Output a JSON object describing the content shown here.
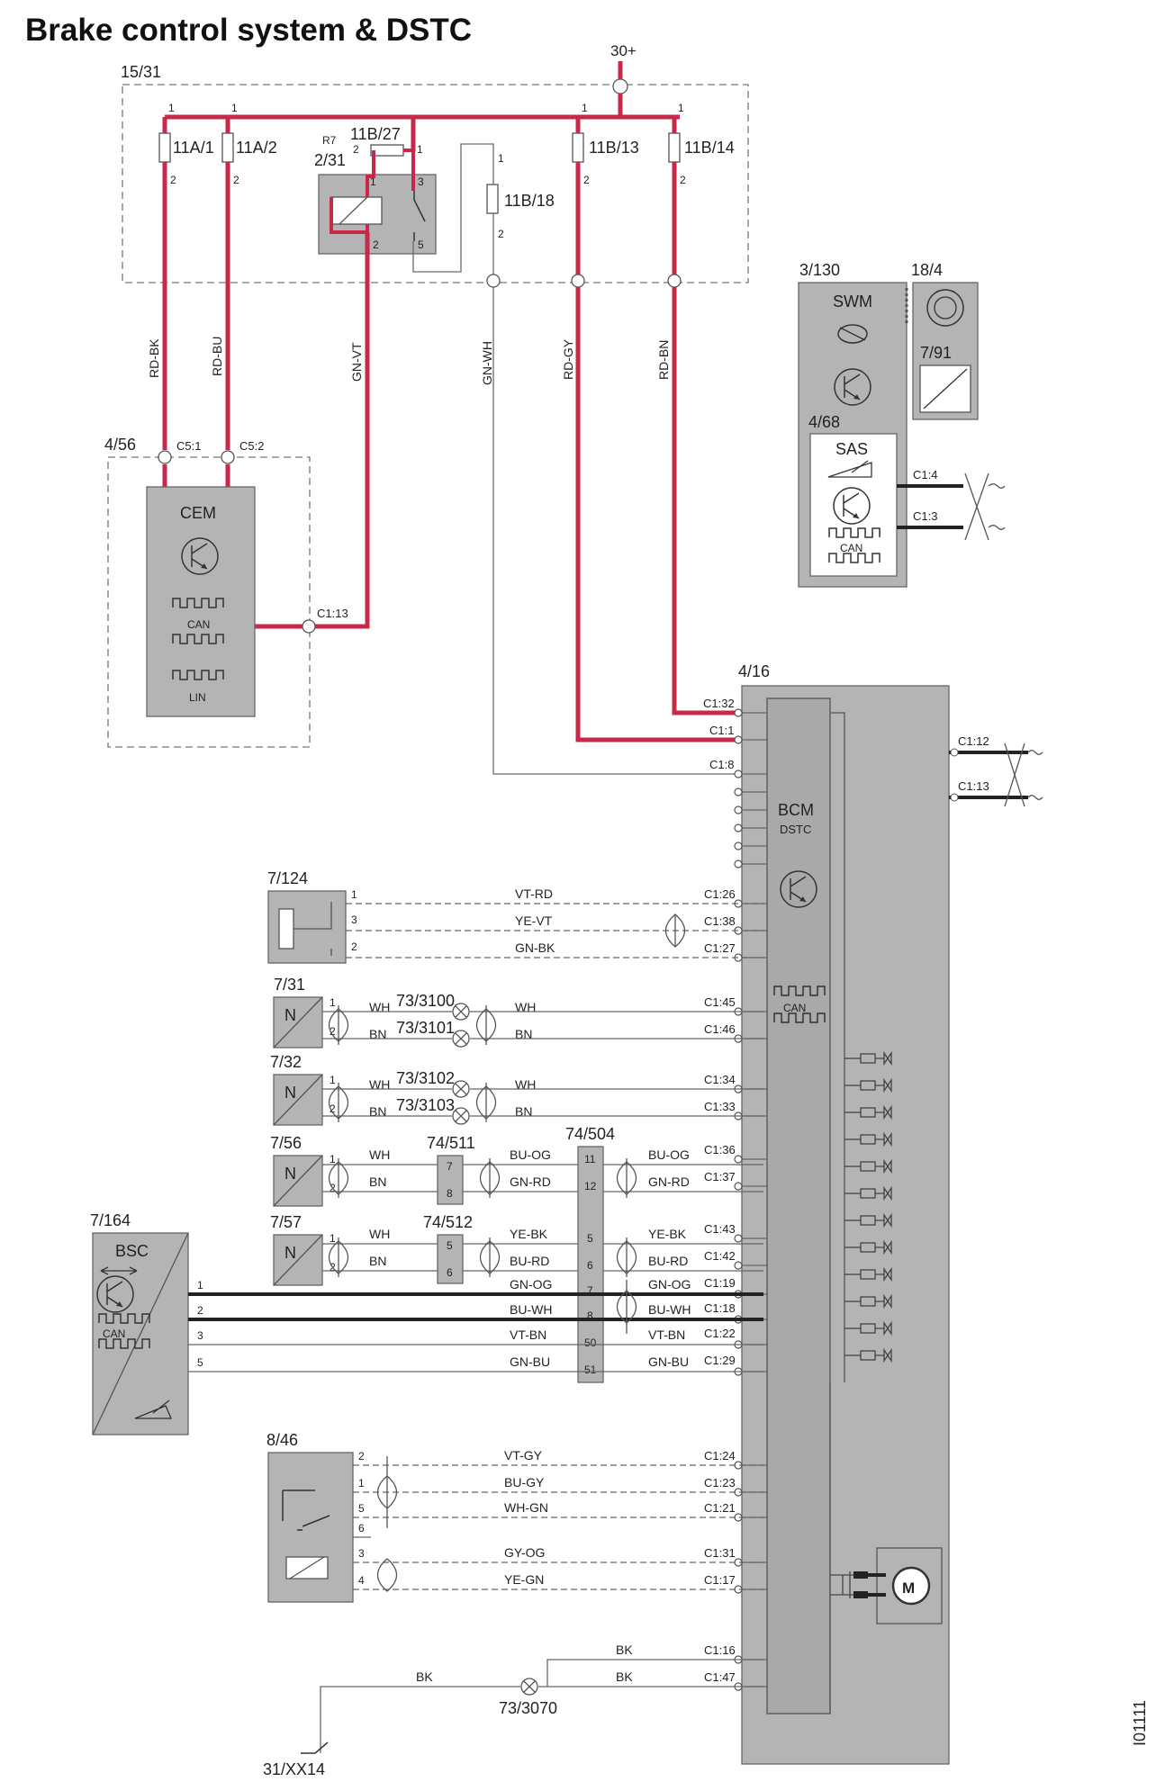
{
  "title": "Brake control system & DSTC",
  "image_code": "I01111",
  "colors": {
    "power": "#c8294a",
    "wire": "#6a6a6a",
    "box": "#a9a9a9",
    "module": "#b4b4b4"
  },
  "supply": "30+",
  "ground": "31/XX14",
  "splice_ground": "73/3070",
  "modules": {
    "fuse_box": "15/31",
    "relay_pos": "R7",
    "relay": "2/31",
    "cem_box": "4/56",
    "cem": "CEM",
    "cem_can": "CAN",
    "cem_lin": "LIN",
    "bcm_box": "4/16",
    "bcm": "BCM",
    "bcm_sub": "DSTC",
    "bcm_can": "CAN",
    "swm_box": "3/130",
    "swm": "SWM",
    "clock_spring": "18/4",
    "sensor_791": "7/91",
    "sas_box": "4/68",
    "sas": "SAS",
    "sas_can": "CAN",
    "bsc_box": "7/164",
    "bsc": "BSC",
    "bsc_can": "CAN",
    "pedal_sensor": "7/124",
    "ws_fl": "7/31",
    "ws_fr": "7/32",
    "ws_rl": "7/56",
    "ws_rr": "7/57",
    "conn_511": "74/511",
    "conn_512": "74/512",
    "conn_504": "74/504",
    "switch_846": "8/46",
    "sensor_symbol": "N"
  },
  "fuses": {
    "f_11a1": "11A/1",
    "f_11a2": "11A/2",
    "f_11b27": "11B/27",
    "f_11b18": "11B/18",
    "f_11b13": "11B/13",
    "f_11b14": "11B/14"
  },
  "wires": {
    "rd_bk": "RD-BK",
    "rd_bu": "RD-BU",
    "gn_vt": "GN-VT",
    "gn_wh": "GN-WH",
    "rd_gy": "RD-GY",
    "rd_bn": "RD-BN",
    "vt_rd": "VT-RD",
    "ye_vt": "YE-VT",
    "gn_bk": "GN-BK",
    "wh": "WH",
    "bn": "BN",
    "bu_og": "BU-OG",
    "gn_rd": "GN-RD",
    "ye_bk": "YE-BK",
    "bu_rd": "BU-RD",
    "gn_og": "GN-OG",
    "bu_wh": "BU-WH",
    "vt_bn": "VT-BN",
    "gn_bu": "GN-BU",
    "vt_gy": "VT-GY",
    "bu_gy": "BU-GY",
    "wh_gn": "WH-GN",
    "gy_og": "GY-OG",
    "ye_gn": "YE-GN",
    "bk": "BK"
  },
  "splices": {
    "s3100": "73/3100",
    "s3101": "73/3101",
    "s3102": "73/3102",
    "s3103": "73/3103"
  },
  "connectors": {
    "c5_1": "C5:1",
    "c5_2": "C5:2",
    "c1_13_cem": "C1:13",
    "c1_4": "C1:4",
    "c1_3": "C1:3",
    "c1_32": "C1:32",
    "c1_1": "C1:1",
    "c1_8": "C1:8",
    "c1_12": "C1:12",
    "c1_13": "C1:13",
    "c1_26": "C1:26",
    "c1_38": "C1:38",
    "c1_27": "C1:27",
    "c1_45": "C1:45",
    "c1_46": "C1:46",
    "c1_34": "C1:34",
    "c1_33": "C1:33",
    "c1_36": "C1:36",
    "c1_37": "C1:37",
    "c1_43": "C1:43",
    "c1_42": "C1:42",
    "c1_19": "C1:19",
    "c1_18": "C1:18",
    "c1_22": "C1:22",
    "c1_29": "C1:29",
    "c1_24": "C1:24",
    "c1_23": "C1:23",
    "c1_21": "C1:21",
    "c1_31": "C1:31",
    "c1_17": "C1:17",
    "c1_16": "C1:16",
    "c1_47": "C1:47"
  },
  "pins": {
    "p1": "1",
    "p2": "2",
    "p3": "3",
    "p4": "4",
    "p5": "5",
    "p6": "6",
    "p7": "7",
    "p8": "8",
    "p11": "11",
    "p12": "12",
    "p50": "50",
    "p51": "51"
  }
}
